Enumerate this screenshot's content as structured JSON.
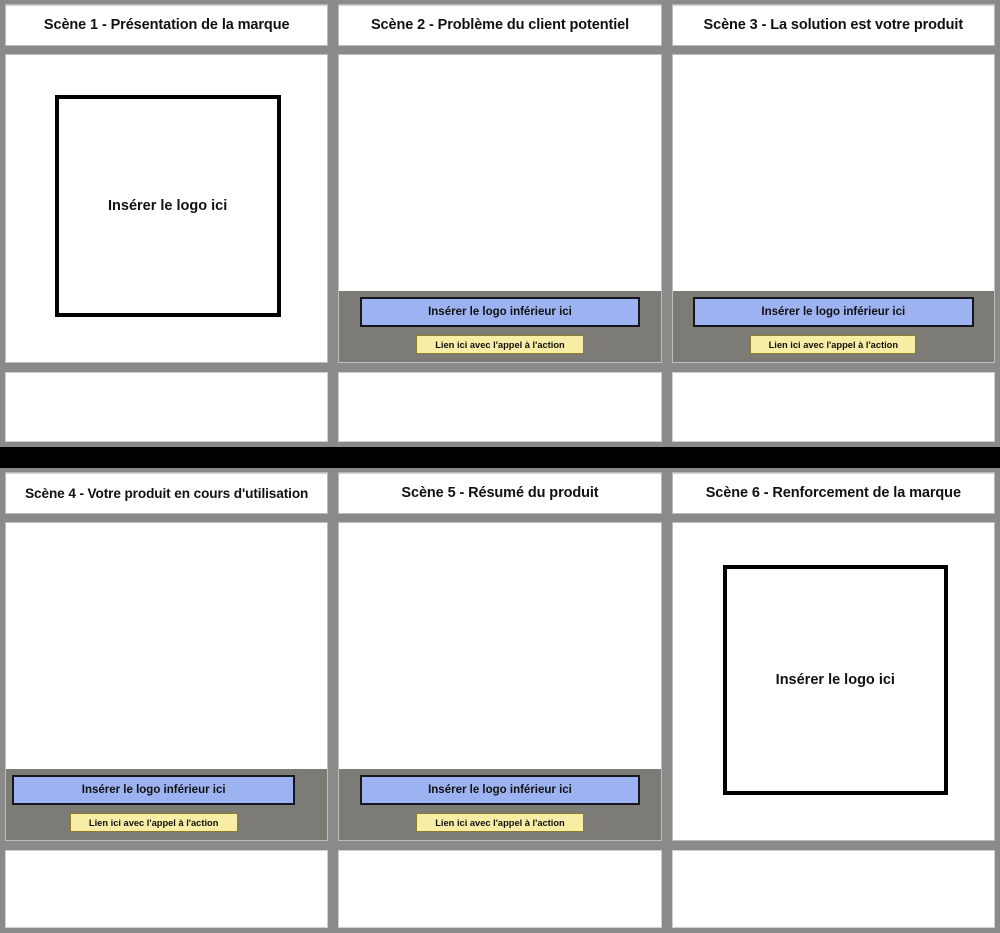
{
  "board": {
    "logo_placeholder_label": "Insérer le logo ici",
    "bottom_logo_label": "Insérer le logo inférieur ici",
    "cta_label": "Lien ici avec l'appel à l'action",
    "colors": {
      "background": "#000000",
      "panel_gray": "#8a8a8a",
      "frame_gray": "#7c7b75",
      "logo_button_blue": "#9db2f0",
      "cta_button_yellow": "#f7eda4",
      "cta_border": "#8d7d2a",
      "text": "#111111",
      "canvas": "#ffffff"
    }
  },
  "rows": [
    {
      "scenes": [
        {
          "id": "scene-1",
          "title": "Scène 1 - Présentation de la marque",
          "type": "logo-center",
          "logo_label": "Insérer le logo ici",
          "notes": ""
        },
        {
          "id": "scene-2",
          "title": "Scène 2 - Problème du client potentiel",
          "type": "bottom-buttons",
          "bottom_logo_label": "Insérer le logo inférieur ici",
          "cta_label": "Lien ici avec l'appel à l'action",
          "notes": ""
        },
        {
          "id": "scene-3",
          "title": "Scène 3 - La solution est votre produit",
          "type": "bottom-buttons",
          "bottom_logo_label": "Insérer le logo inférieur ici",
          "cta_label": "Lien ici avec l'appel à l'action",
          "notes": ""
        }
      ]
    },
    {
      "scenes": [
        {
          "id": "scene-4",
          "title": "Scène 4 - Votre produit en cours d'utilisation",
          "type": "bottom-buttons",
          "bottom_logo_label": "Insérer le logo inférieur ici",
          "cta_label": "Lien ici avec l'appel à l'action",
          "notes": ""
        },
        {
          "id": "scene-5",
          "title": "Scène 5 - Résumé du produit",
          "type": "bottom-buttons",
          "bottom_logo_label": "Insérer le logo inférieur ici",
          "cta_label": "Lien ici avec l'appel à l'action",
          "notes": ""
        },
        {
          "id": "scene-6",
          "title": "Scène 6 - Renforcement de la marque",
          "type": "logo-center",
          "logo_label": "Insérer le logo ici",
          "notes": ""
        }
      ]
    }
  ]
}
